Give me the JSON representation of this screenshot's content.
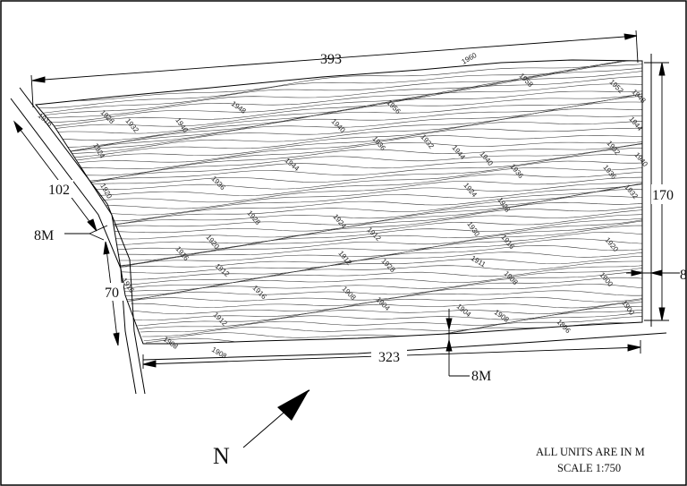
{
  "dimensions": {
    "top": "393",
    "right": "170",
    "bottom": "323",
    "left_upper": "102",
    "left_lower": "70",
    "setback_left": "8M",
    "setback_bottom": "8M",
    "setback_right": "8"
  },
  "north_label": "N",
  "notes": {
    "units": "ALL UNITS ARE IN M",
    "scale": "SCALE 1:750"
  },
  "elevation_labels": [
    "1916",
    "1928",
    "1932",
    "1940",
    "1948",
    "1956",
    "1960",
    "1958",
    "1952",
    "1948",
    "1924",
    "1920",
    "1936",
    "1944",
    "1940",
    "1936",
    "1932",
    "1944",
    "1940",
    "1936",
    "1932",
    "1944",
    "1940",
    "1936",
    "1932",
    "1928",
    "1924",
    "1912",
    "1928",
    "1924",
    "1916",
    "1920",
    "1912",
    "1928",
    "1930",
    "1916",
    "1920",
    "1911",
    "1908",
    "1916",
    "1904",
    "1900",
    "1896",
    "1912",
    "1908",
    "1916",
    "1912",
    "1908",
    "1904",
    "1900",
    "1908",
    "1908"
  ]
}
